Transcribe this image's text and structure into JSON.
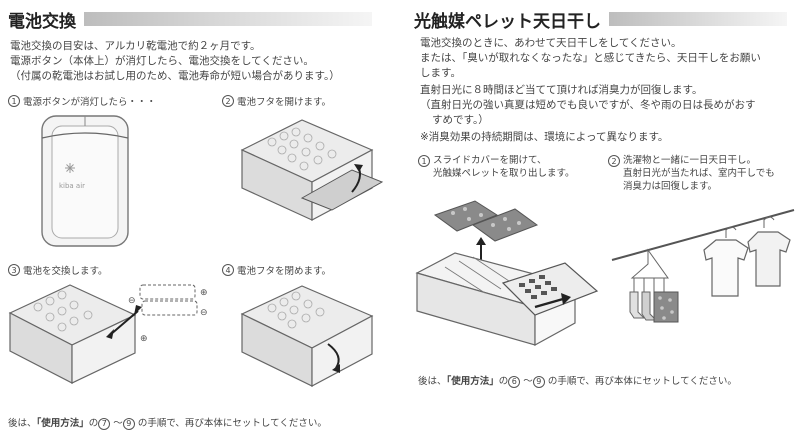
{
  "left": {
    "title": "電池交換",
    "intro": [
      "電池交換の目安は、アルカリ乾電池で約２ヶ月です。",
      "電源ボタン（本体上）が消灯したら、電池交換をしてください。",
      "（付属の乾電池はお試し用のため、電池寿命が短い場合があります。）"
    ],
    "steps": [
      {
        "num": "1",
        "text": "電源ボタンが消灯したら・・・"
      },
      {
        "num": "2",
        "text": "電池フタを開けます。"
      },
      {
        "num": "3",
        "text": "電池を交換します。"
      },
      {
        "num": "4",
        "text": "電池フタを閉めます。"
      }
    ],
    "device_brand": "kiba air",
    "footer": {
      "pre": "後は、",
      "link": "「使用方法」",
      "mid": "の",
      "s1": "7",
      "dash": "〜",
      "s2": "9",
      "post": "の手順で、再び本体にセットしてください。"
    }
  },
  "right": {
    "title": "光触媒ペレット天日干し",
    "intro": [
      "電池交換のときに、あわせて天日干しをしてください。",
      "または、「臭いが取れなくなったな」と感じてきたら、天日干しをお願い",
      "します。",
      "直射日光に８時間ほど当てて頂ければ消臭力が回復します。",
      "（直射日光の強い真夏は短めでも良いですが、冬や雨の日は長めがおす",
      "すめです。）",
      "※消臭効果の持続期間は、環境によって異なります。"
    ],
    "steps": [
      {
        "num": "1",
        "lines": [
          "スライドカバーを開けて、",
          "光触媒ペレットを取り出します。"
        ]
      },
      {
        "num": "2",
        "lines": [
          "洗濯物と一緒に一日天日干し。",
          "直射日光が当たれば、室内干しでも",
          "消臭力は回復します。"
        ]
      }
    ],
    "footer": {
      "pre": "後は、",
      "link": "「使用方法」",
      "mid": "の",
      "s1": "6",
      "dash": "〜",
      "s2": "9",
      "post": "の手順で、再び本体にセットしてください。"
    }
  }
}
